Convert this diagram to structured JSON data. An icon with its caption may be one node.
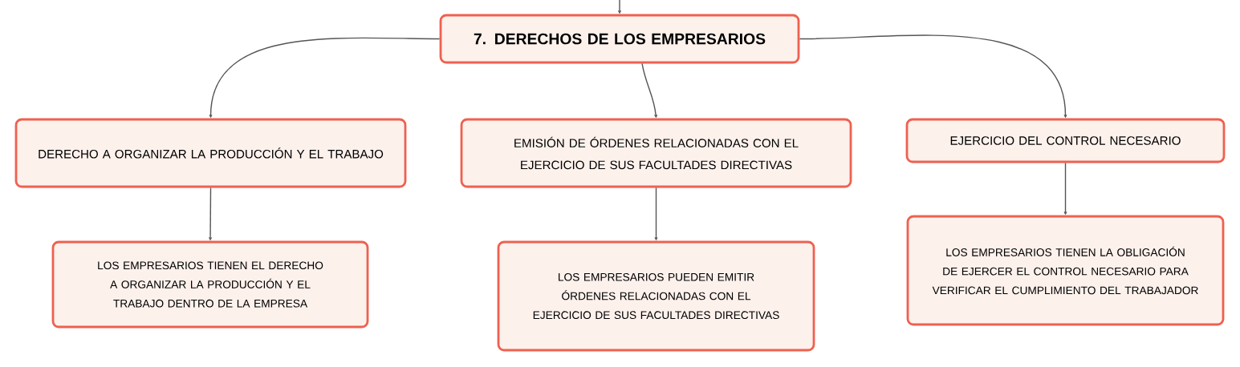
{
  "diagram": {
    "nodes": [
      {
        "text": [
          "7. DERECHOS DE LOS EMPRESARIOS"
        ]
      },
      {
        "text": [
          "DERECHO A ORGANIZAR LA PRODUCCIÓN Y EL TRABAJO"
        ]
      },
      {
        "text": [
          "EMISIÓN DE ÓRDENES RELACIONADAS CON EL EJERCICIO DE SUS FACULTADES DIRECTIVAS"
        ]
      },
      {
        "text": [
          "EJERCICIO DEL CONTROL NECESARIO"
        ]
      },
      {
        "text": [
          "LOS EMPRESARIOS TIENEN EL DERECHO A ORGANIZAR LA PRODUCCIÓN Y EL TRABAJO DENTRO DE LA EMPRESA"
        ]
      },
      {
        "text": [
          "LOS EMPRESARIOS PUEDEN EMITIR ÓRDENES RELACIONADAS CON EL EJERCICIO DE SUS FACULTADES DIRECTIVAS"
        ]
      },
      {
        "text": [
          "LOS EMPRESARIOS TIENEN LA OBLIGACIÓN DE EJERCER EL CONTROL NECESARIO PARA VERIFICAR EL CUMPLIMIENTO DEL TRABAJADOR"
        ]
      }
    ],
    "edges": [
      {
        "from": null,
        "to": 0,
        "arrow": "to"
      },
      {
        "from": 0,
        "to": 1,
        "arrow": "to"
      },
      {
        "from": 0,
        "to": 2,
        "arrow": "to"
      },
      {
        "from": 0,
        "to": 3,
        "arrow": "to"
      },
      {
        "from": 1,
        "to": 4,
        "arrow": "to"
      },
      {
        "from": 2,
        "to": 5,
        "arrow": "to"
      },
      {
        "from": 3,
        "to": 6,
        "arrow": "to"
      }
    ]
  }
}
